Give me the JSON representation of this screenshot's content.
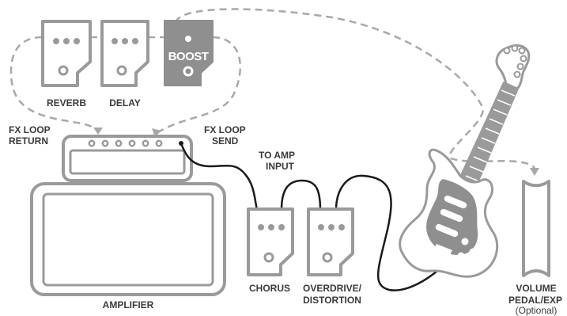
{
  "colors": {
    "outline": "#9a9a9a",
    "fill_light": "#ffffff",
    "fill_dark": "#8f8f8f",
    "cable": "#1a1a1a",
    "dashed": "#a8a8a8",
    "text": "#3a3a3a"
  },
  "labels": {
    "reverb": "REVERB",
    "delay": "DELAY",
    "boost": "BOOST",
    "fx_loop_return_1": "FX LOOP",
    "fx_loop_return_2": "RETURN",
    "fx_loop_send_1": "FX LOOP",
    "fx_loop_send_2": "SEND",
    "to_amp_input_1": "TO AMP",
    "to_amp_input_2": "INPUT",
    "amplifier": "AMPLIFIER",
    "chorus": "CHORUS",
    "overdrive_1": "OVERDRIVE/",
    "overdrive_2": "DISTORTION",
    "volume_1": "VOLUME",
    "volume_2": "PEDAL/EXP",
    "volume_3": "(Optional)"
  }
}
